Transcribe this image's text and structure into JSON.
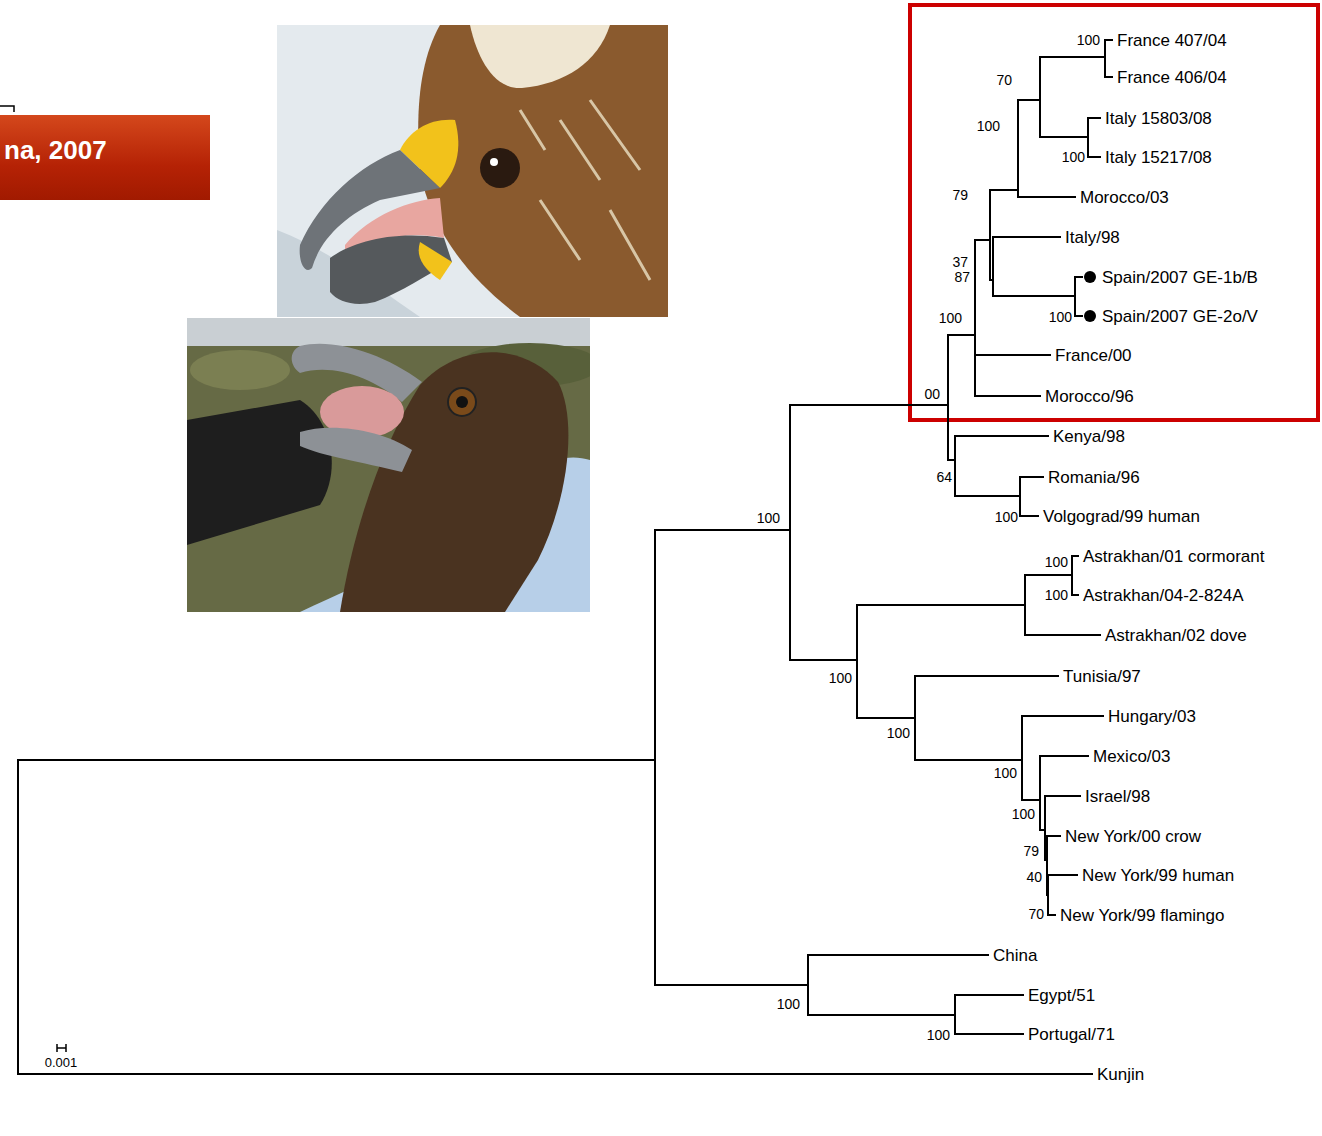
{
  "diagram": {
    "nodes": [
      {
        "text": [
          "na, 2007"
        ]
      }
    ],
    "labels": [
      "France 407/04",
      "France 406/04",
      "Italy 15803/08",
      "Italy 15217/08",
      "Morocco/03",
      "Italy/98",
      "Spain/2007 GE-1b/B",
      "Spain/2007 GE-2o/V",
      "France/00",
      "Morocco/96",
      "Kenya/98",
      "Romania/96",
      "Volgograd/99 human",
      "Astrakhan/01 cormorant",
      "Astrakhan/04-2-824A",
      "Astrakhan/02 dove",
      "Tunisia/97",
      "Hungary/03",
      "Mexico/03",
      "Israel/98",
      "New York/00 crow",
      "New York/99 human",
      "New York/99 flamingo",
      "China",
      "Egypt/51",
      "Portugal/71",
      "Kunjin",
      "100",
      "70",
      "100",
      "100",
      "79",
      "37",
      "87",
      "100",
      "100",
      "00",
      "64",
      "100",
      "100",
      "100",
      "100",
      "100",
      "100",
      "100",
      "100",
      "79",
      "40",
      "70",
      "100",
      "100",
      "0.001"
    ]
  }
}
